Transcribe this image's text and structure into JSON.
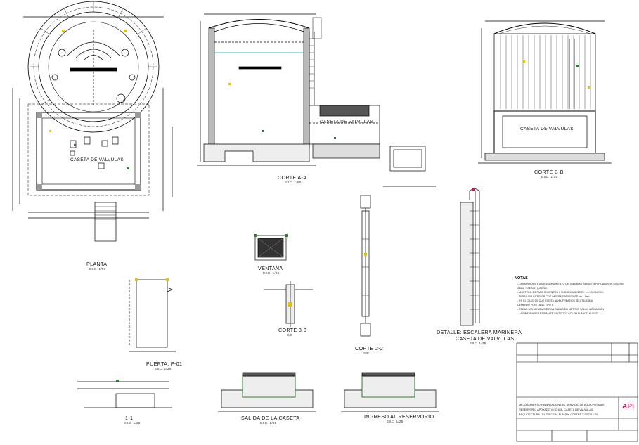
{
  "views": {
    "planta": {
      "title": "PLANTA",
      "scale": "ESC. 1/50"
    },
    "corte_aa": {
      "title": "CORTE A-A",
      "scale": "ESC. 1/50"
    },
    "corte_bb": {
      "title": "CORTE B-B",
      "scale": "ESC. 1/50"
    },
    "ventana": {
      "title": "VENTANA",
      "scale": "ESC. 1/25"
    },
    "corte_33": {
      "title": "CORTE 3-3",
      "scale": "S/E"
    },
    "corte_22": {
      "title": "CORTE 2-2",
      "scale": "S/E"
    },
    "escalera": {
      "title": "DETALLE: ESCALERA MARINERA",
      "title2": "CASETA DE VALVULAS",
      "scale": "ESC. 1/25"
    },
    "puerta": {
      "title": "PUERTA: P-01",
      "scale": "ESC. 1/25"
    },
    "corte_11": {
      "title": "1-1",
      "scale": "ESC. 1/20"
    },
    "salida": {
      "title": "SALIDA DE LA CASETA",
      "scale": "ESC. 1/25"
    },
    "ingreso": {
      "title": "INGRESO AL RESERVORIO",
      "scale": "ESC. 1/25"
    }
  },
  "labels": {
    "caseta_planta": "CASETA DE VALVULAS",
    "caseta_aa": "CASETA DE VALVULAS",
    "caseta_bb": "CASETA DE VALVULAS"
  },
  "notes": {
    "title": "NOTAS",
    "lines": [
      "- LAS MEDIDAS Y DIMENSIONAMIENTO DE TUBERIAS SERAN VERIFICADAS IN-SITU EN",
      "  OBRA Y SEGUN DISEÑO.",
      "- MORTERO 1:5 PARA CIMIENTOS Y SOBRECIMIENTOS, 1:4 EN MUROS.",
      "- TARRAJEO INTERIOR CON IMPERMEABILIZANTE. e=1.5cm.",
      "- EN EL CASO DE QUE EXISTA NIVEL FREATICO SE UTILIZARA",
      "  CEMENTO PORTLAND TIPO V.",
      "- TODAS LAS MEDIDAS ESTAN DADAS EN METROS SALVO INDICACION",
      "- LA PINTURA SERA ESMALTE SINTETICO COLOR BLANCO HUESO."
    ]
  },
  "title_block": {
    "project_line1": "MEJORAMIENTO Y AMPLIACION DEL SERVICIO DE AGUA POTABLE",
    "project_line2": "RESERVORIO APOYADO V=30 M3 - CASETA DE VALVULAS",
    "project_line3": "ARQUITECTURA - ELEVACION, PLANTA, CORTES Y DETALLES",
    "logo": "AP!"
  },
  "colors": {
    "line": "#000000",
    "accent_green": "#2e7d32",
    "accent_yellow": "#e6c200",
    "accent_magenta": "#c2185b",
    "accent_cyan": "#00acc1"
  }
}
